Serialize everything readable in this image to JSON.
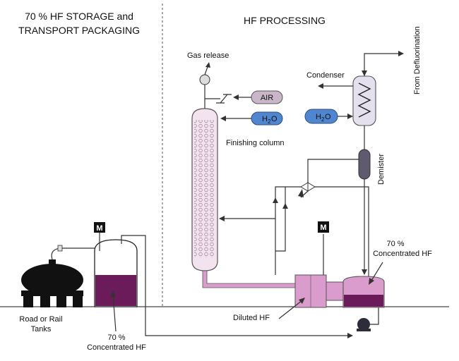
{
  "sections": {
    "storage": {
      "title_line1": "70 % HF STORAGE and",
      "title_line2": "TRANSPORT PACKAGING"
    },
    "processing": {
      "title": "HF PROCESSING"
    }
  },
  "labels": {
    "gas_release": "Gas release",
    "air": "AIR",
    "h2o_column": "H",
    "h2o_column_sub": "2",
    "h2o_column_o": "O",
    "h2o_condenser": "H",
    "h2o_condenser_sub": "2",
    "h2o_condenser_o": "O",
    "condenser": "Condenser",
    "from_defluorination": "From Defluorination",
    "finishing_column": "Finishing column",
    "demister": "Demister",
    "concentrated_tank_line1": "70 %",
    "concentrated_tank_line2": "Concentrated HF",
    "diluted_hf": "Diluted HF",
    "road_rail_line1": "Road or Rail",
    "road_rail_line2": "Tanks",
    "storage_conc_line1": "70 %",
    "storage_conc_line2": "Concentrated HF",
    "motor_storage": "M",
    "motor_process": "M"
  },
  "colors": {
    "liquid": "#6b1a5a",
    "tank_pink": "#d99ccc",
    "tank_pink_dark": "#b56aa6",
    "column_fill": "#f3e3ee",
    "air_box": "#c9b7c9",
    "h2o_box": "#4f86cf",
    "condenser_fill": "#e4e0ee",
    "demister_fill": "#5f5a6e"
  }
}
